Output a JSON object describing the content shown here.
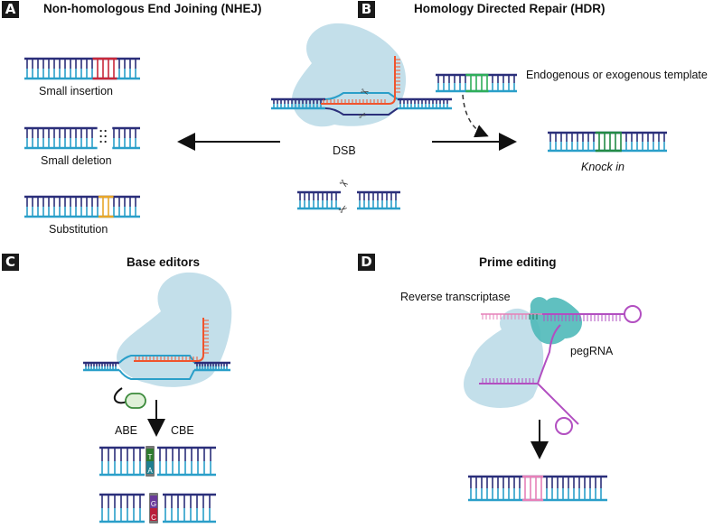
{
  "panels": {
    "a": {
      "badge": "A",
      "title": "Non-homologous End Joining (NHEJ)",
      "outcomes": [
        "Small insertion",
        "Small deletion",
        "Substitution"
      ]
    },
    "b": {
      "badge": "B",
      "title": "Homology Directed Repair (HDR)",
      "template_label": "Endogenous or exogenous template",
      "result_label": "Knock in"
    },
    "center": {
      "dsb_label": "DSB"
    },
    "c": {
      "badge": "C",
      "title": "Base editors",
      "left_label": "ABE",
      "right_label": "CBE",
      "abe_bases": [
        "T",
        "A"
      ],
      "cbe_bases": [
        "G",
        "C"
      ]
    },
    "d": {
      "badge": "D",
      "title": "Prime editing",
      "enzyme_label": "Reverse transcriptase",
      "guide_label": "pegRNA"
    }
  },
  "colors": {
    "dna_dark": "#2b2f7a",
    "dna_light": "#2a9fc9",
    "insertion": "#c8283a",
    "substitution": "#e8a628",
    "knockin": "#2fae5a",
    "cas_blob": "#bcdce8",
    "rt_blob": "#4fb9b9",
    "guide_rna": "#f0542d",
    "pegrna": "#b24fc1",
    "prime_edit": "#e680b8",
    "abe_t": "#2e7a2e",
    "abe_a": "#1f7f8f",
    "cbe_g": "#6a3a9a",
    "cbe_c": "#b81f3a"
  }
}
